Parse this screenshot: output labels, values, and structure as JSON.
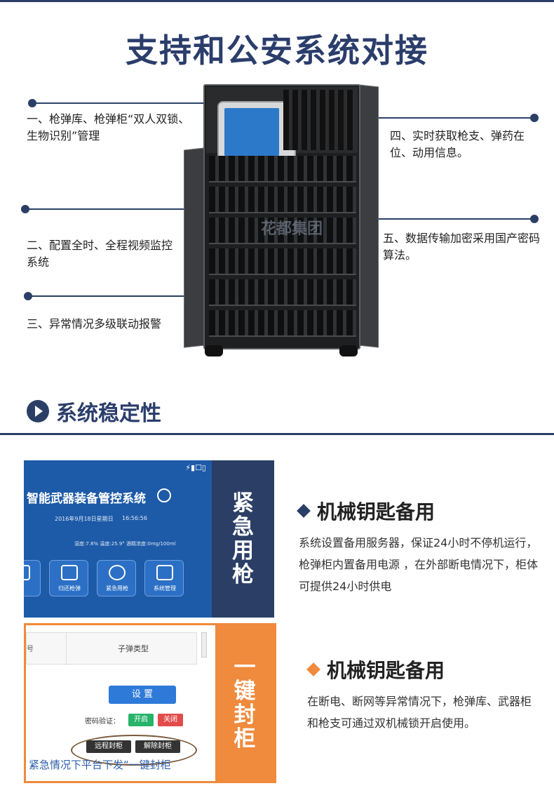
{
  "title": "支持和公安系统对接",
  "features": [
    {
      "text": "一、枪弹库、枪弹柜“双人双锁、生物识别”管理"
    },
    {
      "text": "二、配置全时、全程视频监控系统"
    },
    {
      "text": "三、异常情况多级联动报警"
    },
    {
      "text": "四、实时获取枪支、弹药在位、动用信息。"
    },
    {
      "text": "五、数据传输加密采用国产密码算法。"
    }
  ],
  "cabinet": {
    "watermark": "花都集团"
  },
  "section2": {
    "title": "系统稳定性"
  },
  "panel1": {
    "status": "⚡▮☐▯",
    "system_title": "智能武器装备管控系统",
    "date": "2016年9月18日星期日",
    "time": "16:56:56",
    "sensors": "湿度:7.8%   温度:25.9°   酒精浓度:0mg/100ml",
    "tiles": [
      "归还枪弹",
      "紧急用枪",
      "系统管理"
    ],
    "side_label": [
      "紧",
      "急",
      "用",
      "枪"
    ]
  },
  "panel2": {
    "col1": "号",
    "col2": "子弹类型",
    "set_button": "设 置",
    "code_label": "密码验证：",
    "on_button": "开启",
    "off_button": "关闭",
    "remote_seal": "远程封柜",
    "release_seal": "解除封柜",
    "caption": "紧急情况下平台下发“一键封柜",
    "side_label": [
      "一",
      "键",
      "封",
      "柜"
    ]
  },
  "block1": {
    "heading": "机械钥匙备用",
    "body": "系统设置备用服务器，保证24小时不停机运行，枪弹柜内置备用电源 ，在外部断电情况下，柜体可提供24小时供电"
  },
  "block2": {
    "heading": "机械钥匙备用",
    "body": "在断电、断网等异常情况下，枪弹库、武器柜和枪支可通过双机械锁开启使用。"
  },
  "colors": {
    "navy": "#2b3f66",
    "orange": "#f08a3c"
  }
}
